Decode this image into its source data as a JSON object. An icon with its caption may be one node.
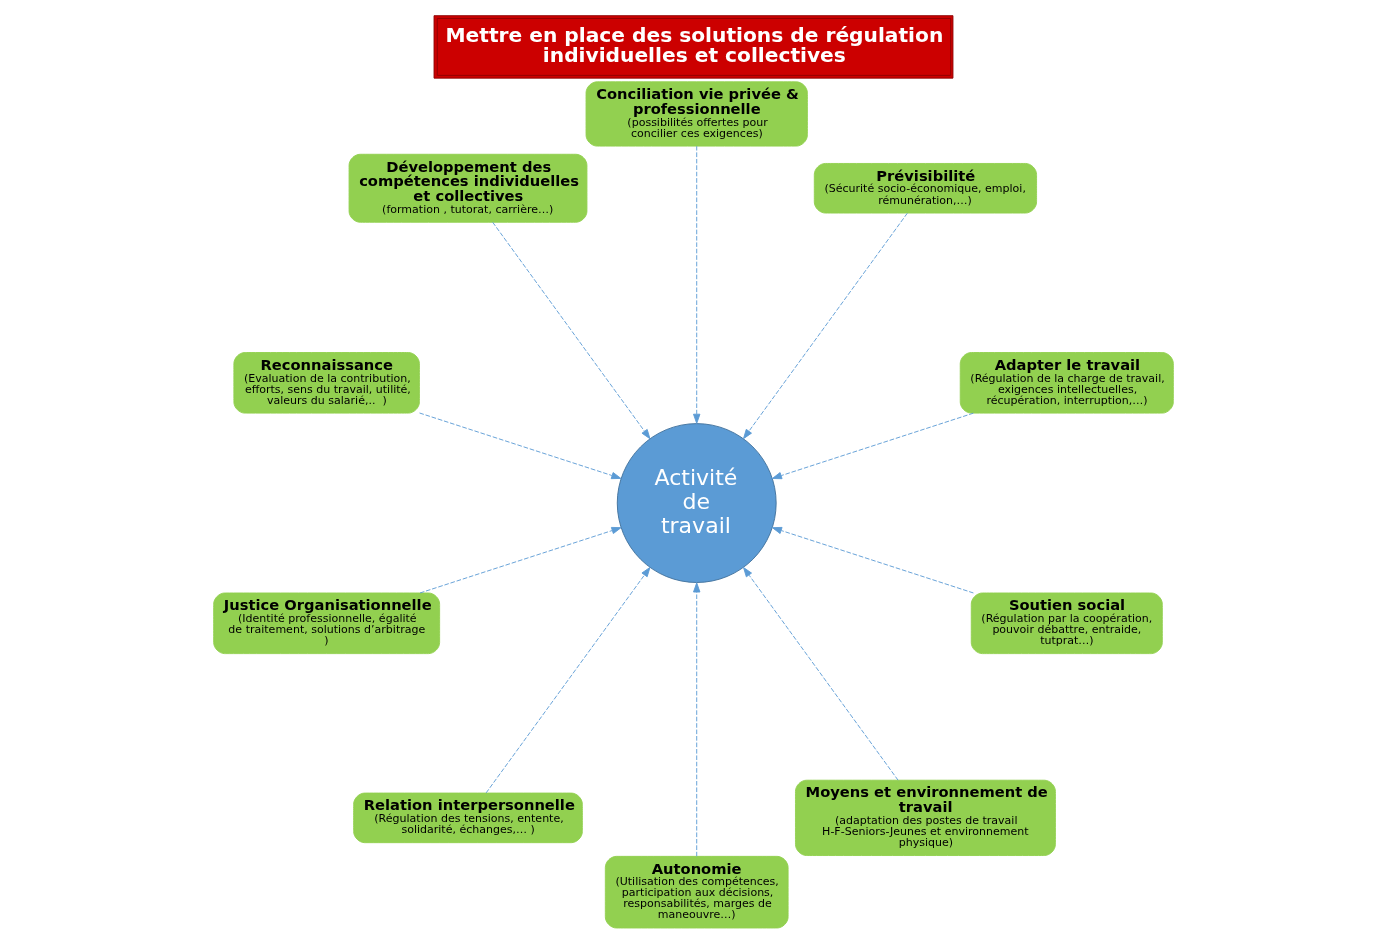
{
  "diagram": {
    "title": "Mettre en place des solutions de régulation individuelles et collectives",
    "nodes": [
      {
        "text": [
          "Activité de travail"
        ]
      },
      {
        "text": [
          "Adapter le travail",
          "(Régulation de la charge de travail, exigences intellectuelles, récupération, interruption,…)"
        ]
      },
      {
        "text": [
          "Soutien social",
          "(Régulation par la coopération, pouvoir débattre, entraide, tutprat…)"
        ]
      },
      {
        "text": [
          "Prévisibilité",
          "(Sécurité socio-économique, emploi, rémunération,…)"
        ]
      },
      {
        "text": [
          "Moyens et environnement de travail",
          "(adaptation des postes de travail H-F-Seniors-Jeunes et environnement physique)"
        ]
      },
      {
        "text": [
          "Conciliation vie privée & professionnelle",
          "(possibilités offertes pour concilier ces exigences)"
        ]
      },
      {
        "text": [
          "Autonomie",
          "(Utilisation des compétences, participation aux décisions, responsabilités, marges de maneouvre…)"
        ]
      },
      {
        "text": [
          "Développement des compétences individuelles et collectives",
          "(formation , tutorat, carrière…)"
        ]
      },
      {
        "text": [
          "Relation interpersonnelle",
          "(Régulation des tensions, entente, solidarité, échanges,… )"
        ]
      },
      {
        "text": [
          "Reconnaissance",
          "(Evaluation de la contribution, efforts, sens du travail, utilité, valeurs du salarié,..  )"
        ]
      },
      {
        "text": [
          "Justice Organisationnelle",
          "(Identité professionnelle, égalité de traitement, solutions d’arbitrage )"
        ]
      }
    ],
    "edges": [
      {
        "from": 1,
        "to": 0,
        "arrow": "to",
        "style": "dashed"
      },
      {
        "from": 2,
        "to": 0,
        "arrow": "to",
        "style": "dashed"
      },
      {
        "from": 3,
        "to": 0,
        "arrow": "to",
        "style": "dashed"
      },
      {
        "from": 4,
        "to": 0,
        "arrow": "to",
        "style": "dashed"
      },
      {
        "from": 5,
        "to": 0,
        "arrow": "to",
        "style": "dashed"
      },
      {
        "from": 6,
        "to": 0,
        "arrow": "to",
        "style": "dashed"
      },
      {
        "from": 7,
        "to": 0,
        "arrow": "to",
        "style": "dashed"
      },
      {
        "from": 8,
        "to": 0,
        "arrow": "to",
        "style": "dashed"
      },
      {
        "from": 9,
        "to": 0,
        "arrow": "to",
        "style": "dashed"
      },
      {
        "from": 10,
        "to": 0,
        "arrow": "to",
        "style": "dashed"
      }
    ]
  }
}
